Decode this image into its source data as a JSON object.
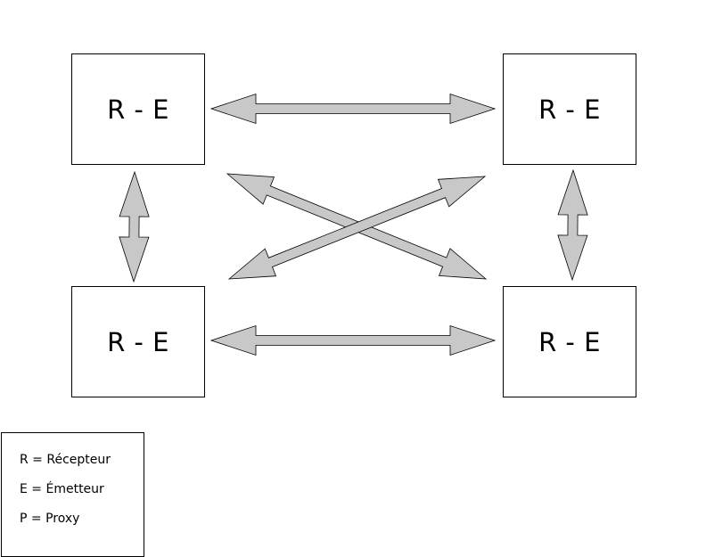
{
  "nodes": {
    "top_left": "R - E",
    "top_right": "R - E",
    "bottom_left": "R - E",
    "bottom_right": "R - E"
  },
  "legend": {
    "r": "R = Récepteur",
    "e": "E = Émetteur",
    "p": "P = Proxy"
  },
  "colors": {
    "arrow_fill": "#c8c8c8",
    "arrow_stroke": "#000000",
    "box_border": "#000000"
  },
  "connections": [
    {
      "from": "top_left",
      "to": "top_right",
      "direction": "both"
    },
    {
      "from": "bottom_left",
      "to": "bottom_right",
      "direction": "both"
    },
    {
      "from": "top_left",
      "to": "bottom_left",
      "direction": "both"
    },
    {
      "from": "top_right",
      "to": "bottom_right",
      "direction": "both"
    },
    {
      "from": "top_left",
      "to": "bottom_right",
      "direction": "both"
    },
    {
      "from": "bottom_left",
      "to": "top_right",
      "direction": "both"
    }
  ]
}
